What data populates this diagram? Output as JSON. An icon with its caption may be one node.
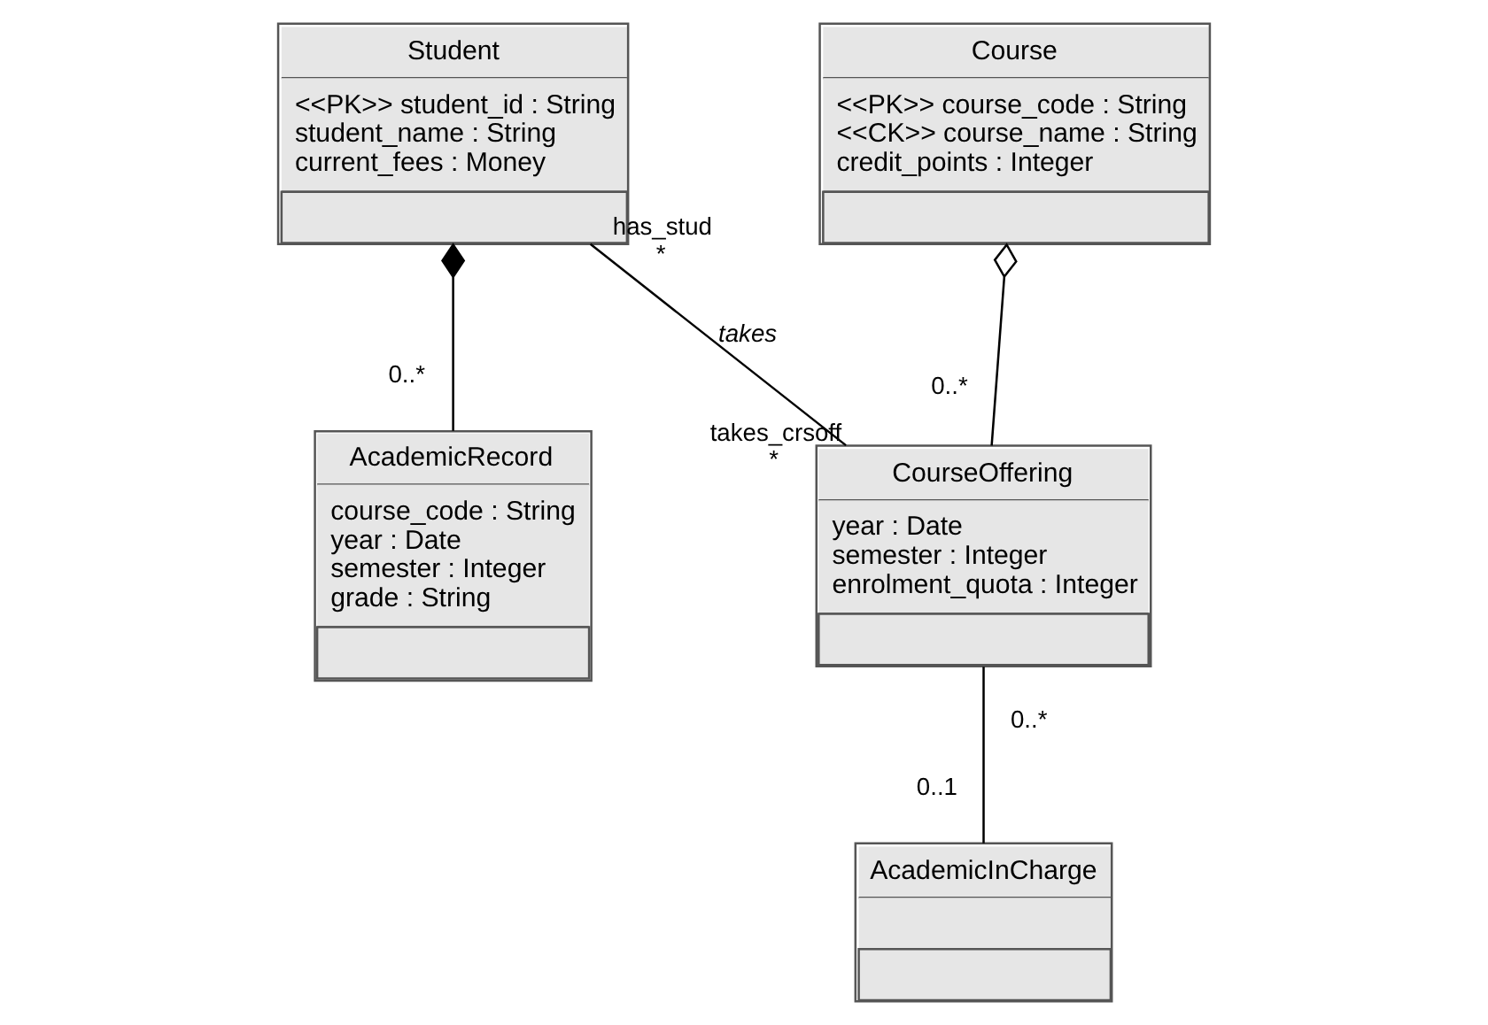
{
  "diagram": {
    "nodes": [
      {
        "text": [
          "Student",
          "<<PK>> student_id : String",
          "student_name : String",
          "current_fees : Money"
        ]
      },
      {
        "text": [
          "Course",
          "<<PK>> course_code : String",
          "<<CK>> course_name : String",
          "credit_points : Integer"
        ]
      },
      {
        "text": [
          "AcademicRecord",
          "course_code : String",
          "year : Date",
          "semester : Integer",
          "grade : String"
        ]
      },
      {
        "text": [
          "CourseOffering",
          "year : Date",
          "semester : Integer",
          "enrolment_quota : Integer"
        ]
      },
      {
        "text": [
          "AcademicInCharge"
        ]
      }
    ],
    "edges": [
      {
        "from": 0,
        "to": 2,
        "arrow": "other"
      },
      {
        "from": 0,
        "to": 3,
        "arrow": "none",
        "label": "takes"
      },
      {
        "from": 1,
        "to": 3,
        "arrow": "other"
      },
      {
        "from": 3,
        "to": 4,
        "arrow": "none"
      }
    ],
    "labels": [
      "has_stud",
      "*",
      "takes_crsoff",
      "0..*",
      "0..*",
      "*",
      "0..*",
      "0..1"
    ]
  }
}
